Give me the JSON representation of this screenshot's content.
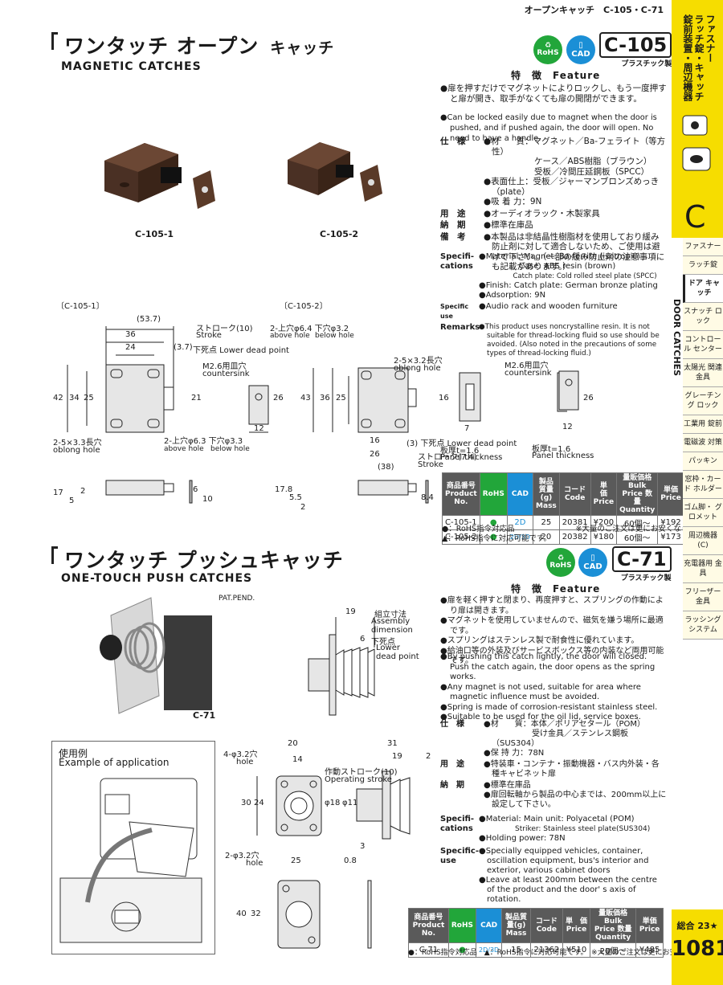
{
  "header": {
    "series": "オープンキャッチ　C-105・C-71"
  },
  "section1": {
    "title_jp": "ワンタッチ オープン",
    "title_jp_small": "キャッチ",
    "title_en": "MAGNETIC  CATCHES",
    "rohs": "RoHS",
    "cad": "CAD",
    "code": "C-105",
    "code_sub": "プラスチック製",
    "feature_header": "特　徴　Feature",
    "features_jp": [
      "●扉を押すだけでマグネットによりロックし、もう一度押すと扉が開き、取手がなくても扉の開閉ができます。"
    ],
    "features_en": [
      "●Can be locked easily due to magnet when the door is pushed, and if pushed again, the door will open. No need to have a handle."
    ],
    "img1_label": "C-105-1",
    "img2_label": "C-105-2",
    "spec_jp": [
      {
        "label": "仕　様",
        "lines": [
          "●材　　質：マグネット／Ba-フェライト（等方性）",
          "　　　　　　ケース／ABS樹脂（ブラウン）",
          "　　　　　　受板／冷間圧延鋼板（SPCC）",
          "●表面仕上：受板／ジャーマンブロンズめっき（plate）",
          "●吸 着 力：9N"
        ]
      },
      {
        "label": "用　途",
        "lines": [
          "●オーディオラック・木製家具"
        ]
      },
      {
        "label": "納　期",
        "lines": [
          "●標準在庫品"
        ]
      },
      {
        "label": "備　考",
        "lines": [
          "●本製品は非結晶性樹脂材を使用しており緩み防止剤に対して適合しないため、ご使用は避けて下さい。（一部の緩み防止剤の注意事項にも記載があります。）"
        ]
      }
    ],
    "spec_en": [
      {
        "label": "Specifi-cations",
        "lines": [
          "●Material: Magnet: Ba-ferrite (isotropic)",
          "　　　　　Case: ABS resin (brown)",
          "　　　　　Catch plate: Cold rolled steel plate (SPCC)",
          "●Finish: Catch plate: German bronze plating",
          "●Adsorption: 9N"
        ]
      },
      {
        "label": "Specific use",
        "lines": [
          "●Audio rack and wooden furniture"
        ]
      },
      {
        "label": "Remarks",
        "lines": [
          "●This product uses noncrystalline resin. It is not suitable for thread-locking fluid so use should be avoided. (Also noted in the precautions of some types of thread-locking fluid.)"
        ]
      }
    ],
    "drawing1_label": "〔C-105-1〕",
    "drawing2_label": "〔C-105-2〕",
    "dims1": [
      "(53.7)",
      "36",
      "24",
      "(3.7)",
      "ストローク(10)",
      "Stroke",
      "下死点 Lower dead point",
      "42",
      "34",
      "25",
      "21",
      "2-5×3.3長穴",
      "oblong hole",
      "2-上穴φ6.3 下穴φ3.3",
      "above hole",
      "below hole",
      "M2.6用皿穴",
      "countersink",
      "26",
      "12",
      "17",
      "5",
      "2",
      "6",
      "10"
    ],
    "dims2": [
      "2-上穴φ6.4 下穴φ3.2",
      "above hole",
      "below hole",
      "2-5×3.2長穴",
      "oblong hole",
      "43",
      "36",
      "25",
      "16",
      "26",
      "(38)",
      "(3) 下死点 Lower dead point",
      "ストローク(7.4)",
      "Stroke",
      "16",
      "7",
      "板厚t=1.6",
      "Panel thickness",
      "17.8",
      "5.5",
      "2",
      "8.4",
      "M2.6用皿穴",
      "countersink",
      "26",
      "12",
      "板厚t=1.6",
      "Panel thickness"
    ],
    "table": {
      "headers": [
        "商品番号 Product No.",
        "RoHS",
        "CAD",
        "製品質量(g) Mass",
        "コード Code",
        "単　価 Price",
        "量販価格 Bulk Price 数量 Quantity",
        "単価 Price"
      ],
      "rows": [
        [
          "C-105-1",
          "●",
          "2D",
          "25",
          "20381",
          "¥200",
          "60個〜",
          "¥192"
        ],
        [
          "C-105-2",
          "●",
          "2D/3D",
          "20",
          "20382",
          "¥180",
          "60個〜",
          "¥173"
        ]
      ]
    },
    "note1": "●：RoHS指令対応品　　　　　　　　※大量のご注文は更にお安くなります。",
    "note2": "▲：RoHS指令に対応可能です。"
  },
  "section2": {
    "title_jp": "ワンタッチ プッシュキャッチ",
    "title_en": "ONE-TOUCH  PUSH  CATCHES",
    "rohs": "RoHS",
    "cad": "CAD",
    "code": "C-71",
    "code_sub": "プラスチック製",
    "patent": "PAT.PEND.",
    "img_label": "C-71",
    "feature_header": "特　徴　Feature",
    "features_jp": [
      "●扉を軽く押すと閉まり、再度押すと、スプリングの作動により扉は開きます。",
      "●マグネットを使用していませんので、磁気を嫌う場所に最適です。",
      "●スプリングはステンレス製で耐食性に優れています。",
      "●給油口等の外装及びサービスボックス等の内装など両用可能です。"
    ],
    "features_en": [
      "●By pushing this catch lightly, the door will closed. Push the catch again, the door opens as the spring works.",
      "●Any magnet is not used, suitable for area where magnetic influence must be avoided.",
      "●Spring is made of corrosion-resistant stainless steel.",
      "●Suitable to be used for the oil lid, service boxes."
    ],
    "spec_jp": [
      {
        "label": "仕　様",
        "lines": [
          "●材　　質：本体／ポリアセタール（POM）",
          "　　　　　　受け金具／ステンレス鋼板（SUS304）",
          "●保 持 力：78N"
        ]
      },
      {
        "label": "用　途",
        "lines": [
          "●特装車・コンテナ・振動機器・バス内外装・各種キャビネット扉"
        ]
      },
      {
        "label": "納　期",
        "lines": [
          "●標準在庫品",
          "●扉回転軸から製品の中心までは、200mm以上に設定して下さい。"
        ]
      }
    ],
    "spec_en": [
      {
        "label": "Specifi-cations",
        "lines": [
          "●Material: Main unit: Polyacetal (POM)",
          "　　　　　Striker: Stainless steel plate(SUS304)",
          "●Holding power: 78N"
        ]
      },
      {
        "label": "Specific-use",
        "lines": [
          "●Specially equipped vehicles, container, oscillation equipment, bus's interior and exterior, various cabinet doors",
          "●Leave at least 200mm between the centre of the product and the door' s axis of rotation."
        ]
      }
    ],
    "app_title_jp": "使用例",
    "app_title_en": "Example of application",
    "dims": [
      "19",
      "組立寸法",
      "Assembly",
      "dimension",
      "6",
      "下死点",
      "Lower",
      "dead point",
      "20",
      "14",
      "4-φ3.2穴",
      "hole",
      "30",
      "24",
      "31",
      "19",
      "2",
      "作動ストローク(10)",
      "Operating stroke",
      "φ18",
      "φ11",
      "2-φ3.2穴",
      "hole",
      "25",
      "40",
      "32",
      "3",
      "0.8"
    ],
    "table": {
      "headers": [
        "商品番号 Product No.",
        "RoHS",
        "CAD",
        "製品質量(g) Mass",
        "コード Code",
        "単　価 Price",
        "量販価格 Bulk Price 数量 Quantity",
        "単価 Price"
      ],
      "rows": [
        [
          "C-71",
          "●",
          "2D/3D",
          "15",
          "21362",
          "¥510",
          "20個〜",
          "¥485"
        ]
      ]
    },
    "note1": "●：RoHS指令対応品　▲：RoHS指令に対応可能です。　※大量のご注文は更にお安くなります。"
  },
  "sidebar": {
    "top_vertical": [
      "ファスナー",
      "ラッチ錠・キャッチ",
      "錠前装置・周辺機器"
    ],
    "section_letter": "C",
    "door_catches": "DOOR CATCHES",
    "items": [
      "ファスナー",
      "ラッチ錠",
      "ドア キャッチ",
      "スナッチ ロック",
      "コントロール センター",
      "太陽光 関連金具",
      "グレーチング ロック",
      "工業用 錠前",
      "電磁波 対策",
      "パッキン",
      "窓枠・カード ホルダー",
      "ゴム脚・ グロメット",
      "周辺機器 (C)",
      "充電器用 金具",
      "フリーザー 金具",
      "ラッシング システム"
    ],
    "total_page": "総合 23★",
    "page_number": "1081"
  },
  "colors": {
    "yellow": "#f6dd00",
    "rohs": "#22a63a",
    "cad": "#1b8fd6",
    "brown": "#4a3024"
  }
}
